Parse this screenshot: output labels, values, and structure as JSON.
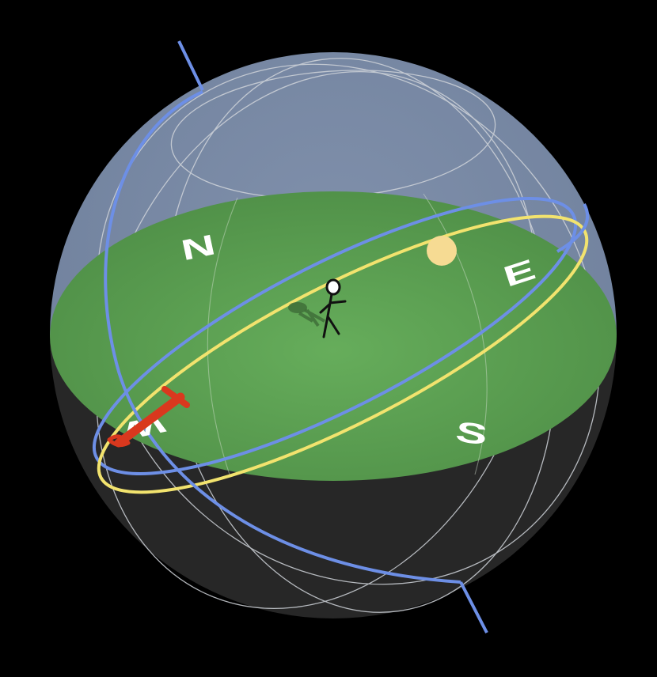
{
  "directions": {
    "north": "N",
    "east": "E",
    "south": "S",
    "west": "W"
  },
  "colors": {
    "background": "#000000",
    "sky": "#7788a4",
    "underground": "#272727",
    "ground": "#59a050",
    "grid": "#d0d4da",
    "celestial_equator": "#6d8fe6",
    "sun_path": "#f2e36e",
    "sun": "#f6db93",
    "annotation": "#d9381e"
  }
}
